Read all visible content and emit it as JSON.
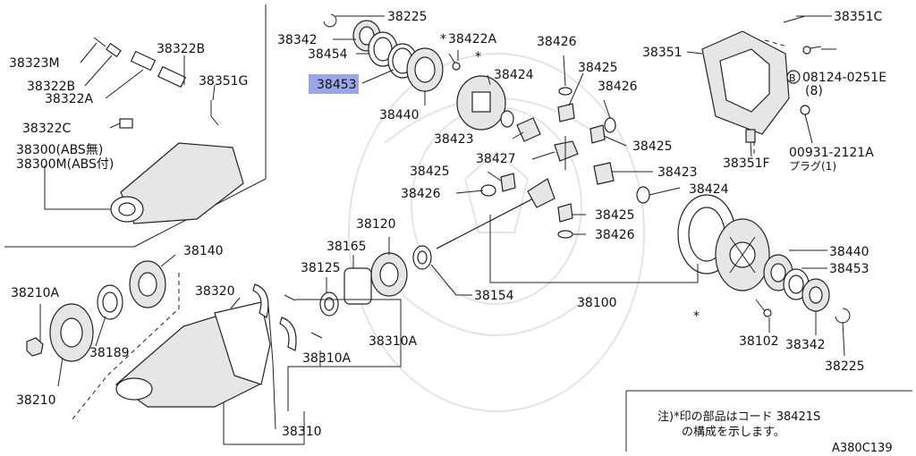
{
  "diagram_code": "A380C139",
  "highlight_color": "#9aa6e8",
  "labels": {
    "p38225_top": "38225",
    "p38342_top": "38342",
    "p38454": "38454",
    "p38453_hl": "38453",
    "p38440_top": "38440",
    "p38422A": "38422A",
    "p38422A_star": "*",
    "star_mid": "*",
    "p38424_top": "38424",
    "p38423_top": "38423",
    "p38426_a": "38426",
    "p38425_a": "38425",
    "p38426_b": "38426",
    "p38425_b": "38425",
    "p38427": "38427",
    "p38425_c": "38425",
    "p38426_c": "38426",
    "p38423_b": "38423",
    "p38424_b": "38424",
    "p38425_d": "38425",
    "p38426_d": "38426",
    "p38351C": "38351C",
    "p38351": "38351",
    "p08124_b": "B",
    "p08124": "08124-0251E",
    "p08124_qty": "(8)",
    "p38351F": "38351F",
    "p00931": "00931-2121A",
    "p00931_note": "プラグ(1)",
    "p38323M": "38323M",
    "p38322B_a": "38322B",
    "p38322B_b": "38322B",
    "p38322A": "38322A",
    "p38351G": "38351G",
    "p38322C": "38322C",
    "p38300": "38300(ABS無)",
    "p38300M": "38300M(ABS付)",
    "p38120": "38120",
    "p38165": "38165",
    "p38125": "38125",
    "p38154": "38154",
    "p38100": "38100",
    "p38140": "38140",
    "p38210A": "38210A",
    "p38189": "38189",
    "p38210": "38210",
    "p38320": "38320",
    "p38310A_a": "38310A",
    "p38310A_b": "38310A",
    "p38310": "38310",
    "p38440_b": "38440",
    "p38453_b": "38453",
    "p38102": "38102",
    "p38342_b": "38342",
    "p38225_b": "38225",
    "star_low": "*"
  },
  "note": {
    "line1": "注)*印の部品はコード 38421S",
    "line2": "の構成を示します。"
  }
}
